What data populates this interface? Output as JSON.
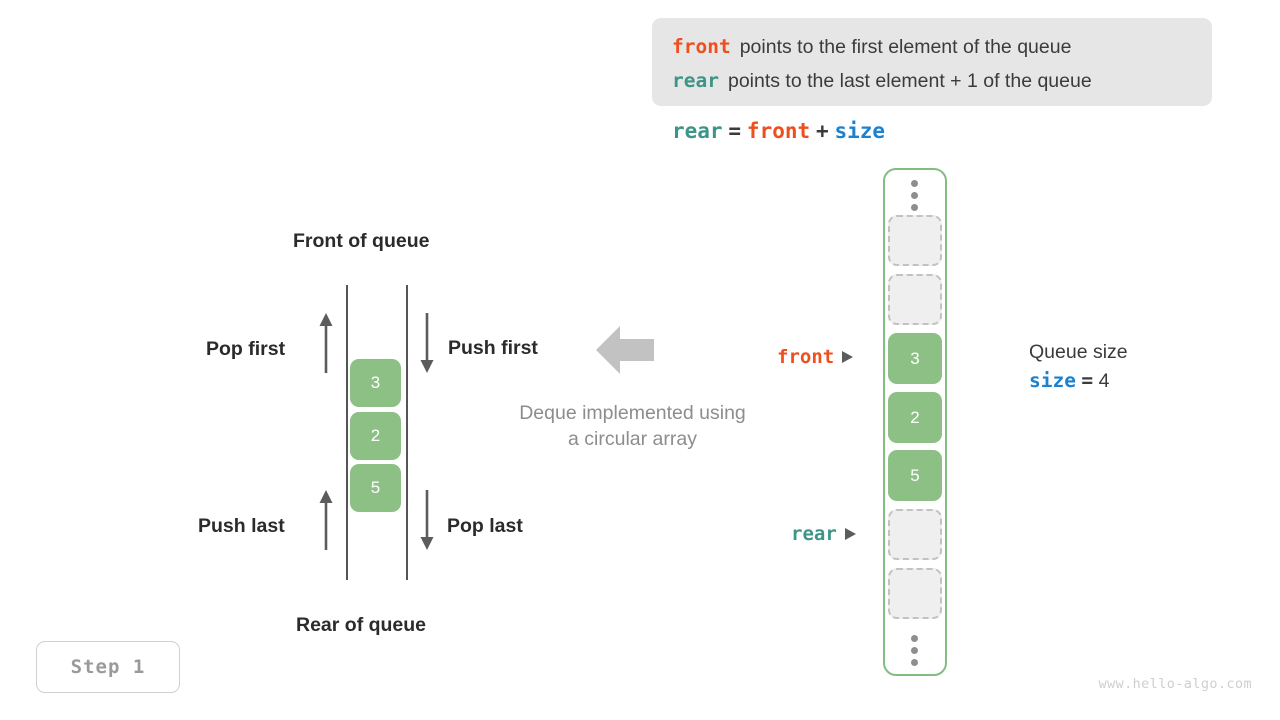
{
  "legend": {
    "lines": [
      {
        "keyword": "front",
        "keyword_color": "#ef4e1d",
        "description": "points to the first element of the queue"
      },
      {
        "keyword": "rear",
        "keyword_color": "#3d9488",
        "description": "points to the last element + 1 of the queue"
      }
    ],
    "background": "#e6e6e6"
  },
  "formula": {
    "lhs": "rear",
    "eq": "=",
    "rhs1": "front",
    "plus": "+",
    "rhs2": "size"
  },
  "deque": {
    "top_label": "Front of queue",
    "bottom_label": "Rear of queue",
    "labels": {
      "pop_first": "Pop first",
      "push_first": "Push first",
      "push_last": "Push last",
      "pop_last": "Pop last"
    },
    "cells": [
      "3",
      "2",
      "5"
    ],
    "cell_color": "#8cc085",
    "caption_line1": "Deque implemented using",
    "caption_line2": "a circular array"
  },
  "array": {
    "border_color": "#84bd80",
    "slots": [
      {
        "value": "",
        "state": "empty"
      },
      {
        "value": "",
        "state": "empty"
      },
      {
        "value": "3",
        "state": "filled"
      },
      {
        "value": "2",
        "state": "filled"
      },
      {
        "value": "5",
        "state": "filled"
      },
      {
        "value": "",
        "state": "empty"
      },
      {
        "value": "",
        "state": "empty"
      }
    ],
    "pointers": {
      "front": "front",
      "rear": "rear"
    }
  },
  "size_info": {
    "title": "Queue size",
    "var": "size",
    "eq": "=",
    "value": "4"
  },
  "step": {
    "label": "Step 1"
  },
  "watermark": "www.hello-algo.com"
}
